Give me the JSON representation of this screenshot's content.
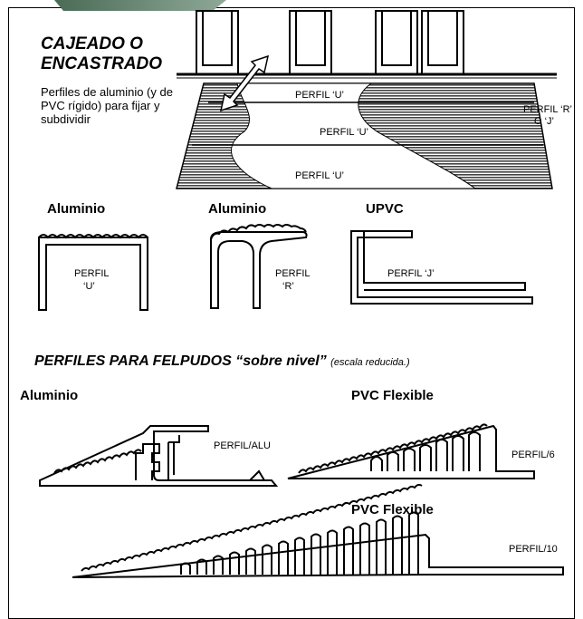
{
  "section1": {
    "title_line1": "CAJEADO O",
    "title_line2": "ENCASTRADO",
    "description": "Perfiles de aluminio (y de PVC rígido) para fijar y subdividir",
    "mat_labels": [
      "PERFIL ‘U’",
      "PERFIL ‘U’",
      "PERFIL ‘U’"
    ],
    "side_label_line1": "PERFIL ‘R’",
    "side_label_line2": "O ‘J’"
  },
  "profiles_top": {
    "u": {
      "material": "Aluminio",
      "label_line1": "PERFIL",
      "label_line2": "‘U’"
    },
    "r": {
      "material": "Aluminio",
      "label_line1": "PERFIL",
      "label_line2": "‘R’"
    },
    "j": {
      "material": "UPVC",
      "label": "PERFIL ‘J’"
    }
  },
  "section2": {
    "title": "PERFILES PARA FELPUDOS “sobre nivel”",
    "note": "(escala reducida.)"
  },
  "profiles_bottom": {
    "alu": {
      "material": "Aluminio",
      "label": "PERFIL/ALU"
    },
    "p6": {
      "material": "PVC Flexible",
      "label": "PERFIL/6"
    },
    "p10": {
      "material": "PVC Flexible",
      "label": "PERFIL/10"
    }
  }
}
